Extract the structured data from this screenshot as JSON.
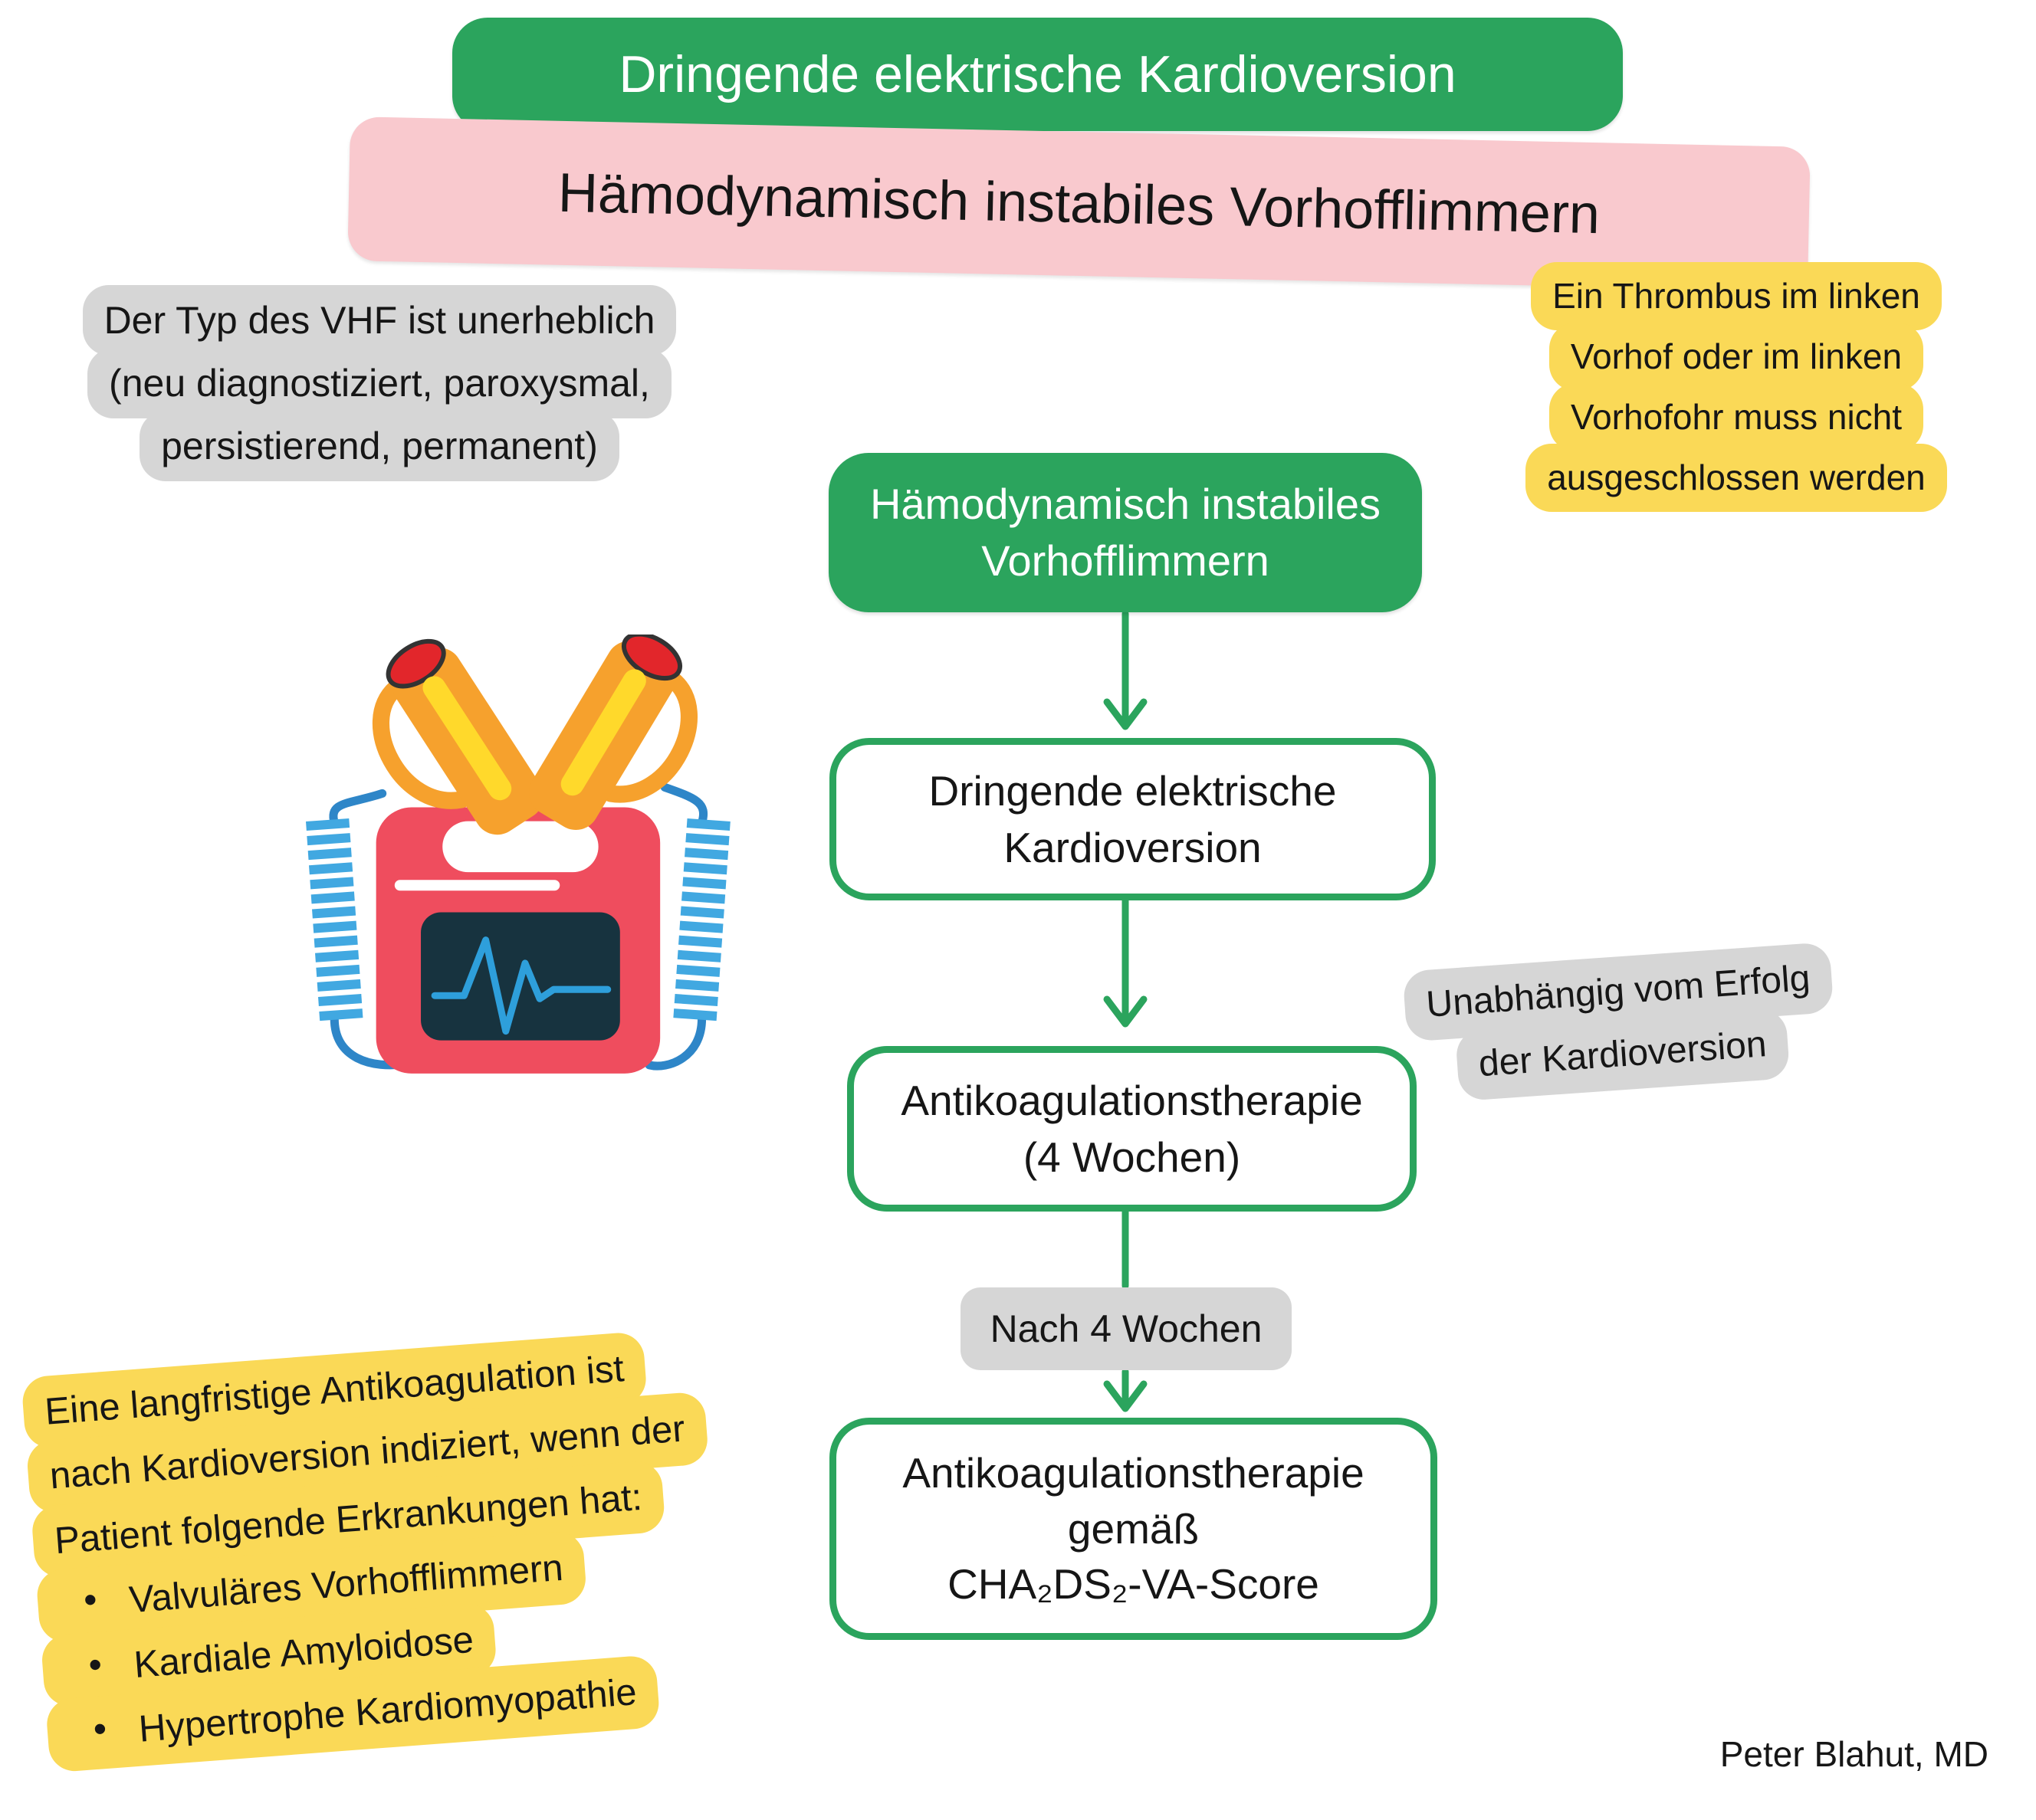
{
  "title_banner": {
    "text": "Dringende elektrische Kardioversion"
  },
  "subtitle_banner": {
    "text": "Hämodynamisch instabiles Vorhofflimmern"
  },
  "note_vhf_type": {
    "lines": [
      "Der Typ des VHF ist unerheblich",
      "(neu diagnostiziert, paroxysmal,",
      "persistierend, permanent)"
    ]
  },
  "note_thrombus": {
    "lines": [
      "Ein Thrombus im linken",
      "Vorhof oder im linken",
      "Vorhofohr muss nicht",
      "ausgeschlossen werden"
    ]
  },
  "flowchart": {
    "start_box": {
      "lines": [
        "Hämodynamisch instabiles",
        "Vorhofflimmern"
      ]
    },
    "box_cardioversion": {
      "lines": [
        "Dringende elektrische",
        "Kardioversion"
      ]
    },
    "box_anticoagulation_4w": {
      "lines": [
        "Antikoagulationstherapie",
        "(4 Wochen)"
      ]
    },
    "label_after_4_weeks": {
      "text": "Nach 4 Wochen"
    },
    "box_anticoagulation_score": {
      "lines": [
        "Antikoagulationstherapie",
        "gemäß",
        "CHA₂DS₂-VA-Score"
      ]
    },
    "note_independent": {
      "lines": [
        "Unabhängig vom Erfolg",
        "der Kardioversion"
      ]
    }
  },
  "note_longterm": {
    "intro_lines": [
      "Eine langfristige Antikoagulation ist",
      "nach Kardioversion indiziert, wenn der",
      "Patient folgende Erkrankungen hat:"
    ],
    "bullet_char": "•",
    "bullets": [
      "Valvuläres Vorhofflimmern",
      "Kardiale Amyloidose",
      "Hypertrophe Kardiomyopathie"
    ]
  },
  "signature": {
    "text": "Peter Blahut, MD"
  },
  "icons": {
    "defibrillator": "defibrillator-illustration"
  },
  "colors": {
    "green": "#2BA45D",
    "pink": "#F9C9CE",
    "yellow": "#FAD957",
    "gray": "#D6D6D6",
    "red": "#EF4D5E",
    "navy": "#17333F",
    "blue": "#2E9FDB",
    "orange": "#F6A12D",
    "coil": "#41A8E1",
    "cable": "#2E86C8",
    "stripe": "#FFD92B",
    "button": "#E2262B"
  }
}
